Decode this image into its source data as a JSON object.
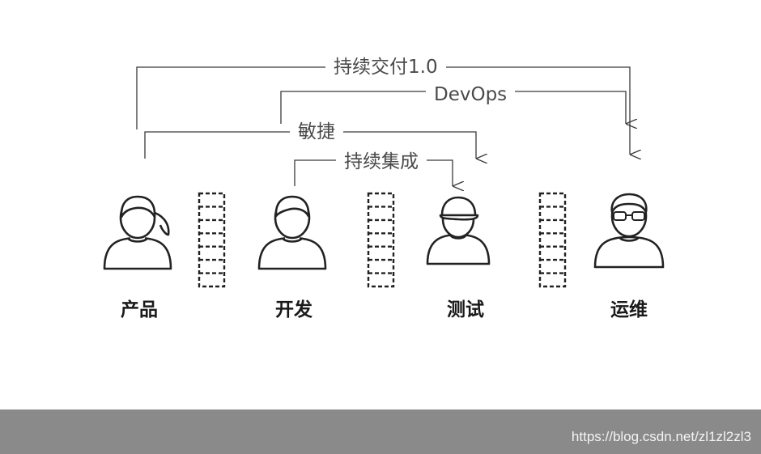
{
  "scopes": {
    "cd": "持续交付1.0",
    "devops": "DevOps",
    "agile": "敏捷",
    "ci": "持续集成"
  },
  "roles": {
    "product": "产品",
    "dev": "开发",
    "test": "测试",
    "ops": "运维"
  },
  "footer": {
    "watermark": "https://blog.csdn.net/zl1zl2zl3"
  },
  "colors": {
    "line": "#3a3a3a",
    "footer_bg": "#8a8a8a"
  }
}
